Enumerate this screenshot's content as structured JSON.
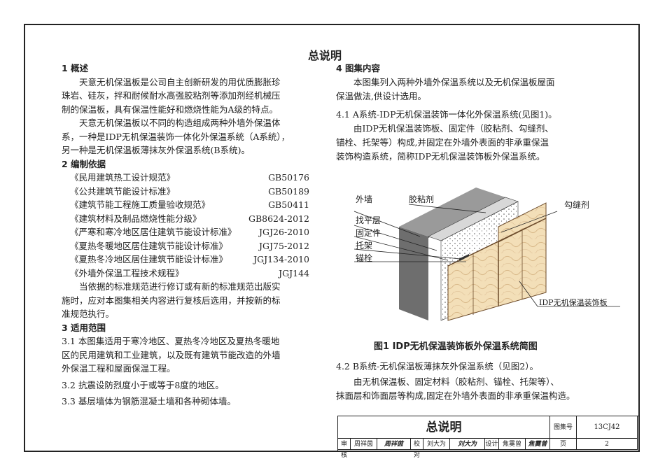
{
  "page_title": "总说明",
  "section1": {
    "heading": "1  概述",
    "lines": [
      "天意无机保温板是公司自主创新研发的用优质膨胀珍",
      "珠岩、硅灰，拌和耐候耐水高强胶粘剂等添加剂经机械压",
      "制的保温板，具有保温性能好和燃烧性能为A级的特点。",
      "天意无机保温板以不同的构造组成两种外墙外保温体",
      "系，一种是IDP无机保温装饰一体化外保温系统（A系统），",
      "另一种是无机保温板薄抹灰外保温系统(B系统)。"
    ]
  },
  "section2": {
    "heading": "2  编制依据",
    "standards": [
      {
        "name": "《民用建筑热工设计规范》",
        "code": "GB50176"
      },
      {
        "name": "《公共建筑节能设计标准》",
        "code": "GB50189"
      },
      {
        "name": "《建筑节能工程施工质量验收规范》",
        "code": "GB50411"
      },
      {
        "name": "《建筑材料及制品燃烧性能分级》",
        "code": "GB8624-2012"
      },
      {
        "name": "《严寒和寒冷地区居住建筑节能设计标准》",
        "code": "JGJ26-2010"
      },
      {
        "name": "《夏热冬暖地区居住建筑节能设计标准》",
        "code": "JGJ75-2012"
      },
      {
        "name": "《夏热冬冷地区居住建筑节能设计标准》",
        "code": "JGJ134-2010"
      },
      {
        "name": "《外墙外保温工程技术规程》",
        "code": "JGJ144"
      }
    ],
    "note_lines": [
      "当依据的标准规范进行修订或有新的标准规范出版实",
      "施时，应对本图集相关内容进行复核后选用，并按新的标",
      "准规范执行。"
    ]
  },
  "section3": {
    "heading": "3  适用范围",
    "lines": [
      "3.1 本图集适用于寒冷地区、夏热冬冷地区及夏热冬暖地",
      "区的民用建筑和工业建筑，以及既有建筑节能改造的外墙",
      "外保温工程和屋面保温工程。",
      "3.2 抗震设防烈度小于或等于8度的地区。",
      "3.3 基层墙体为钢筋混凝土墙和各种砌体墙。"
    ]
  },
  "section4": {
    "heading": "4  图集内容",
    "intro_lines": [
      "本图集列入两种外墙外保温系统以及无机保温板屋面",
      "保温做法,供设计选用。"
    ],
    "s41_title": "4.1 A系统-IDP无机保温装饰一体化外保温系统(见图1)。",
    "s41_lines": [
      "由IDP无机保温装饰板、固定件（胶粘剂、勾缝剂、",
      "锚栓、托架等）构成,并固定在外墙外表面的非承重保温",
      "装饰构造系统，简称IDP无机保温装饰板外保温系统。"
    ],
    "s42_title": "4.2 B系统-无机保温板薄抹灰外保温系统（见图2）。",
    "s42_lines": [
      "由无机保温板、固定材料（胶粘剂、锚栓、托架等）、",
      "抹面层和饰面层等构成,固定在外墙外表面的非承重保温构造。"
    ]
  },
  "figure": {
    "caption": "图1  IDP无机保温装饰板外保温系统简图",
    "labels": {
      "wall": "外墙",
      "adhesive": "胶粘剂",
      "leveling": "找平层",
      "fixing": "固定件",
      "bracket": "托架",
      "anchor": "锚栓",
      "joint": "勾缝剂",
      "board": "IDP无机保温装饰板"
    }
  },
  "title_block": {
    "title": "总说明",
    "atlas_label": "图集号",
    "atlas_no": "13CJ42",
    "review_label": "审核",
    "reviewer": "周祥茵",
    "reviewer_sig": "周祥茵",
    "check_label": "校对",
    "checker": "刘大为",
    "checker_sig": "刘大为",
    "design_label": "设计",
    "designer": "焦霙曾",
    "designer_sig": "焦霙曾",
    "page_label": "页",
    "page_no": "2"
  }
}
